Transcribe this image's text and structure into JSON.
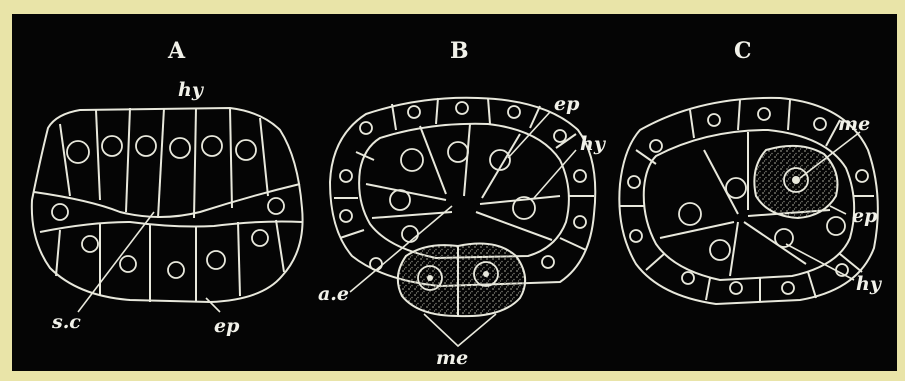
{
  "figure": {
    "colors": {
      "background": "#050505",
      "border": "#e9e4a8",
      "lines": "#e8e8dc",
      "stipple": "#8a8a80"
    },
    "panels": [
      {
        "id": "A",
        "letter": "A",
        "labels": {
          "hy": "hy",
          "sc": "s.c",
          "ep": "ep"
        }
      },
      {
        "id": "B",
        "letter": "B",
        "labels": {
          "ep": "ep",
          "hy": "hy",
          "ae": "a.e",
          "me": "me"
        }
      },
      {
        "id": "C",
        "letter": "C",
        "labels": {
          "me": "me",
          "ep": "ep",
          "hy": "hy"
        }
      }
    ]
  }
}
